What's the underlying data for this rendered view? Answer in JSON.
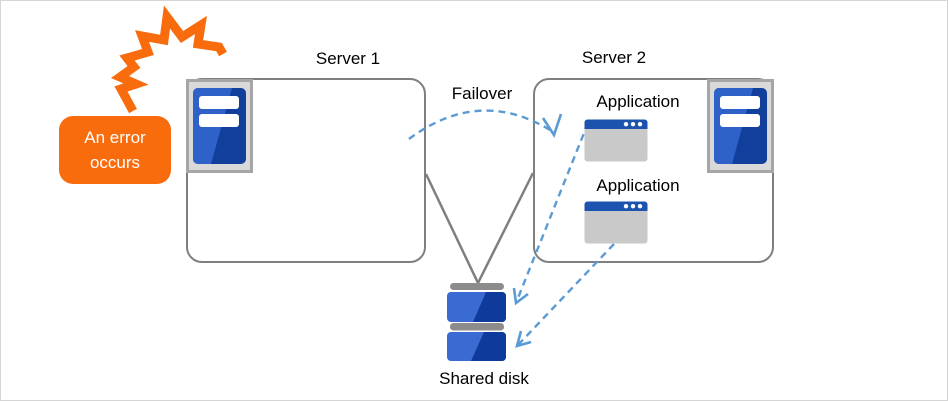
{
  "diagram": {
    "error_callout": {
      "label": "An error occurs"
    },
    "servers": [
      {
        "label": "Server 1"
      },
      {
        "label": "Server 2"
      }
    ],
    "failover": {
      "label": "Failover"
    },
    "applications": [
      {
        "label": "Application"
      },
      {
        "label": "Application"
      }
    ],
    "shared_disk": {
      "label": "Shared disk"
    },
    "icons": {
      "burst": "error-burst-icon",
      "server": "server-tower-icon",
      "application": "application-window-icon",
      "disk": "shared-disk-icon"
    },
    "colors": {
      "accent-orange": "#F96C0D",
      "box-border-gray": "#7F7F7F",
      "connector-gray": "#7F7F7F",
      "arrow-blue": "#5B9BD5",
      "icon-frame-fill": "#D9D9D9",
      "icon-frame-border": "#A6A6A6",
      "server-blue-dark": "#123F9C",
      "server-blue-light": "#2E62C9",
      "app-titlebar-blue": "#1B53AE",
      "app-body-gray": "#C9C9C9",
      "disk-cap-gray": "#8C8C8C",
      "disk-blue-light": "#3A6BD2",
      "disk-blue-dark": "#0E3B9B"
    }
  }
}
